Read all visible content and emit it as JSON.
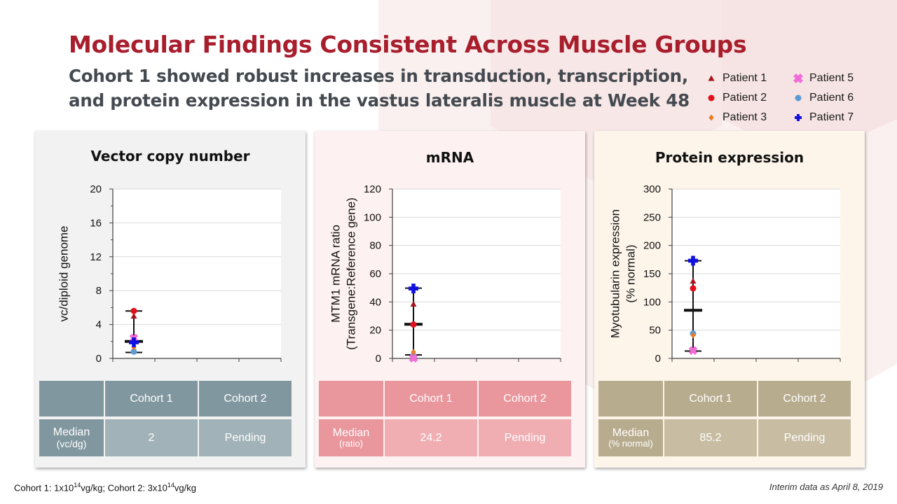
{
  "header": {
    "title": "Molecular Findings Consistent Across Muscle Groups",
    "subtitle_line1": "Cohort 1 showed robust increases in transduction, transcription,",
    "subtitle_line2": "and protein expression in the vastus lateralis muscle at Week 48"
  },
  "legend": [
    {
      "name": "Patient 1",
      "marker": "triangle",
      "color": "#a8141c"
    },
    {
      "name": "Patient 2",
      "marker": "circle",
      "color": "#e3101b"
    },
    {
      "name": "Patient 3",
      "marker": "diamond",
      "color": "#ee7a22"
    },
    {
      "name": "Patient 5",
      "marker": "x",
      "color": "#f26cd7"
    },
    {
      "name": "Patient 6",
      "marker": "circle",
      "color": "#5b9bd5"
    },
    {
      "name": "Patient 7",
      "marker": "plus",
      "color": "#1010e0"
    }
  ],
  "colors": {
    "title": "#a81e2d",
    "subtitle": "#444a50",
    "panel1_bg": "#f2f2f2",
    "panel2_bg": "#fdf1f1",
    "panel3_bg": "#fdf5ea",
    "table1_dark": "#81979f",
    "table1_light": "#a1b2b8",
    "table2_dark": "#ea969d",
    "table2_light": "#f0aeb3",
    "table3_dark": "#b8ac8e",
    "table3_light": "#c8bca2"
  },
  "panels": [
    {
      "title": "Vector copy number",
      "table": {
        "headers": [
          "",
          "Cohort 1",
          "Cohort 2"
        ],
        "row_label": "Median",
        "row_unit": "(vc/dg)",
        "values": [
          "2",
          "Pending"
        ]
      }
    },
    {
      "title": "mRNA",
      "table": {
        "headers": [
          "",
          "Cohort 1",
          "Cohort 2"
        ],
        "row_label": "Median",
        "row_unit": "(ratio)",
        "values": [
          "24.2",
          "Pending"
        ]
      }
    },
    {
      "title": "Protein expression",
      "table": {
        "headers": [
          "",
          "Cohort 1",
          "Cohort 2"
        ],
        "row_label": "Median",
        "row_unit": "(% normal)",
        "values": [
          "85.2",
          "Pending"
        ]
      }
    }
  ],
  "chart_data": [
    {
      "type": "scatter",
      "title": "Vector copy number",
      "ylabel": [
        "vc/diploid genome"
      ],
      "ylim": [
        0,
        20
      ],
      "yticks": [
        0,
        4,
        8,
        12,
        16,
        20
      ],
      "minor_ticks": true,
      "categories": [
        "Cohort 1",
        "",
        "",
        ""
      ],
      "grid": true,
      "range": [
        0.7,
        5.6
      ],
      "median": 2,
      "points": [
        {
          "series": "Patient 1",
          "y": 5.0
        },
        {
          "series": "Patient 2",
          "y": 5.6
        },
        {
          "series": "Patient 3",
          "y": 1.3
        },
        {
          "series": "Patient 5",
          "y": 2.4
        },
        {
          "series": "Patient 6",
          "y": 0.8
        },
        {
          "series": "Patient 7",
          "y": 1.9
        }
      ]
    },
    {
      "type": "scatter",
      "title": "mRNA",
      "ylabel": [
        "MTM1 mRNA ratio",
        "(Transgene:Reference gene)"
      ],
      "ylim": [
        0,
        120
      ],
      "yticks": [
        0,
        20,
        40,
        60,
        80,
        100,
        120
      ],
      "minor_ticks": false,
      "categories": [
        "Cohort 1",
        "",
        "",
        ""
      ],
      "grid": true,
      "range": [
        2.5,
        49.8
      ],
      "median": 24.2,
      "points": [
        {
          "series": "Patient 1",
          "y": 38.5
        },
        {
          "series": "Patient 2",
          "y": 24
        },
        {
          "series": "Patient 3",
          "y": 4.5
        },
        {
          "series": "Patient 5",
          "y": 0.2
        },
        {
          "series": "Patient 6",
          "y": 2
        },
        {
          "series": "Patient 7",
          "y": 49.5
        }
      ]
    },
    {
      "type": "scatter",
      "title": "Protein expression",
      "ylabel": [
        "Myotubularin expression",
        "(% normal)"
      ],
      "ylim": [
        0,
        300
      ],
      "yticks": [
        0,
        50,
        100,
        150,
        200,
        250,
        300
      ],
      "minor_ticks": false,
      "categories": [
        "Cohort 1",
        "",
        "",
        ""
      ],
      "grid": true,
      "range": [
        13,
        173
      ],
      "median": 85.2,
      "points": [
        {
          "series": "Patient 1",
          "y": 137
        },
        {
          "series": "Patient 2",
          "y": 124
        },
        {
          "series": "Patient 3",
          "y": 41
        },
        {
          "series": "Patient 5",
          "y": 14
        },
        {
          "series": "Patient 6",
          "y": 44
        },
        {
          "series": "Patient 7",
          "y": 173
        }
      ]
    }
  ],
  "footer": {
    "cohort1_label": "Cohort 1: 1x10",
    "cohort1_exp": "14",
    "cohort1_unit": "vg/kg; Cohort 2: 3x10",
    "cohort2_exp": "14",
    "cohort2_unit": "vg/kg",
    "note": "Interim data as April 8, 2019"
  }
}
